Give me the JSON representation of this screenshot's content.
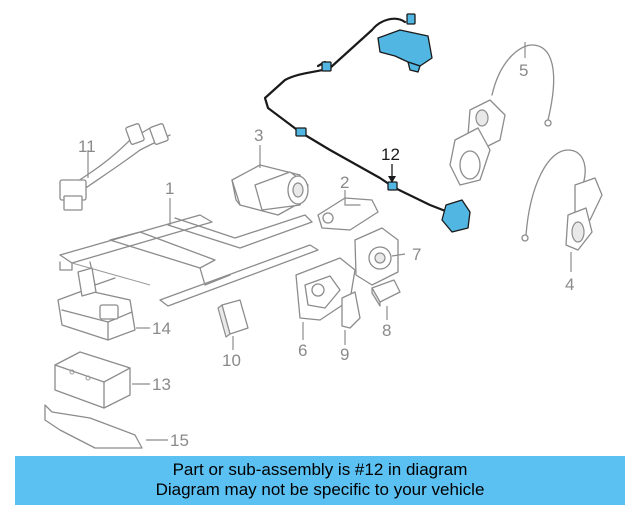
{
  "diagram": {
    "callouts": {
      "c1": "1",
      "c2": "2",
      "c3": "3",
      "c4": "4",
      "c5": "5",
      "c6": "6",
      "c7": "7",
      "c8": "8",
      "c9": "9",
      "c10": "10",
      "c11": "11",
      "c12": "12",
      "c13": "13",
      "c14": "14",
      "c15": "15"
    },
    "highlight_part": "12",
    "colors": {
      "highlight": "#52b6e2",
      "banner": "#5bc0f2",
      "linework": "#8c8c8c"
    }
  },
  "banner": {
    "line1": "Part or sub-assembly is #12 in diagram",
    "line2": "Diagram may not be specific to your vehicle"
  }
}
